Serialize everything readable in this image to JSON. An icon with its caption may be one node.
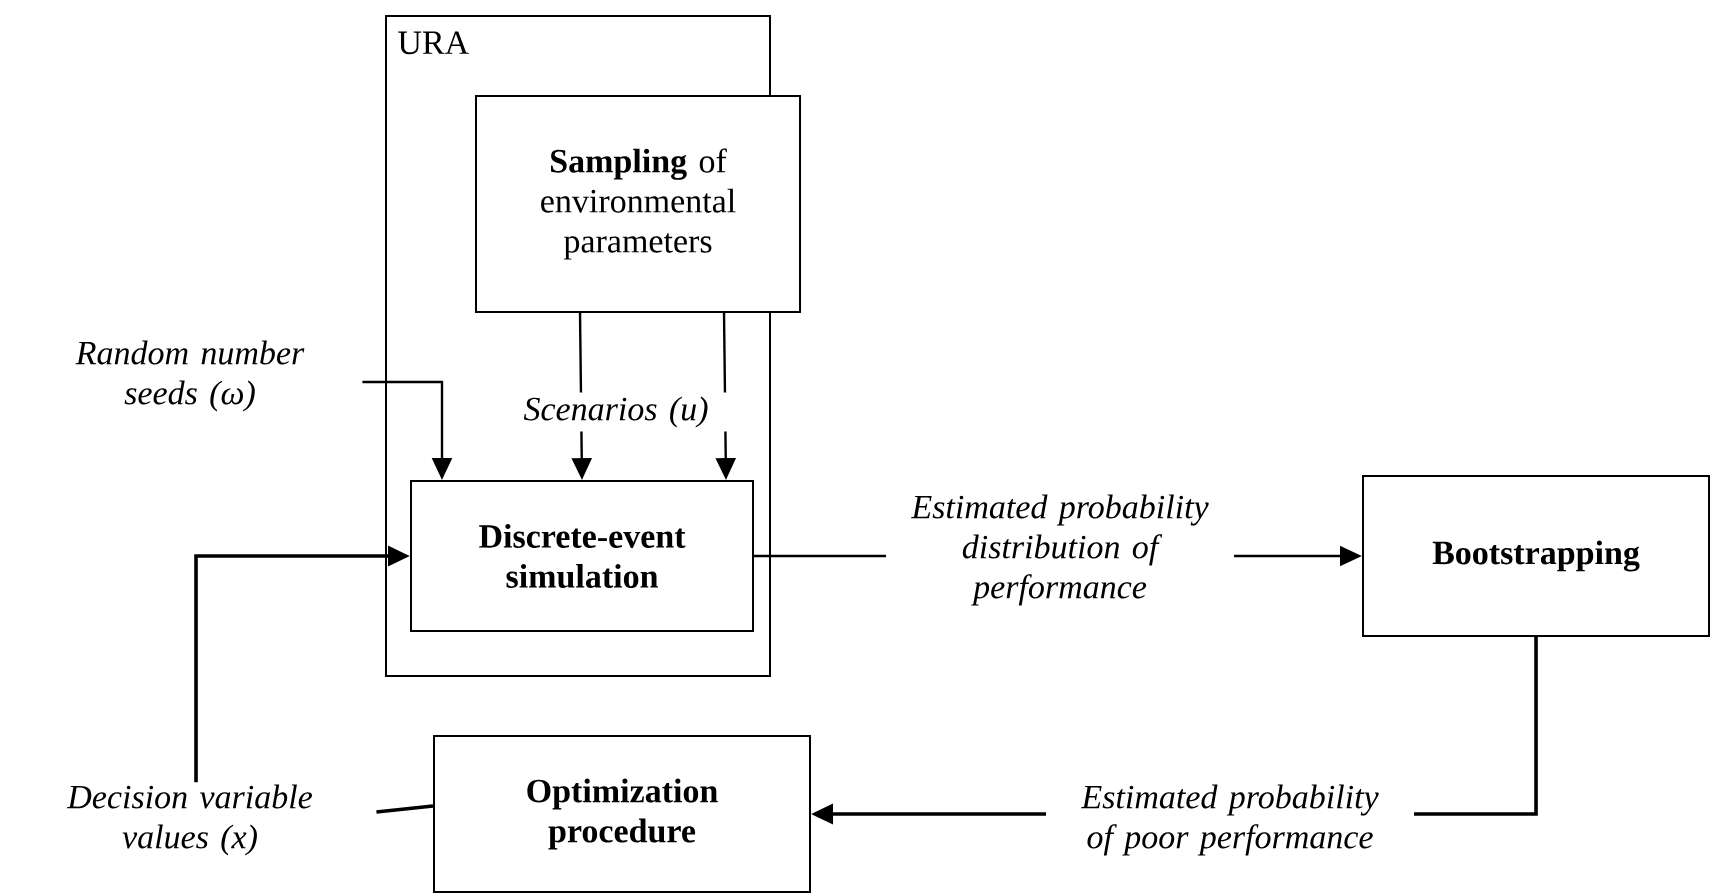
{
  "diagram": {
    "nodes": [
      {
        "text": [
          "URA"
        ]
      },
      {
        "text": [
          "**Sampling** of environmental parameters"
        ],
        "in": 0
      },
      {
        "text": [
          "Discrete-event simulation"
        ],
        "in": 0
      },
      {
        "text": [
          "Bootstrapping"
        ]
      },
      {
        "text": [
          "Optimization procedure"
        ]
      },
      {
        "text": [
          "Random number seeds (ω)"
        ]
      },
      {
        "text": [
          "Decision variable values (x)"
        ]
      }
    ],
    "edges": [
      {
        "from": 1,
        "to": 2,
        "arrow": "to",
        "label": "Scenarios (u)"
      },
      {
        "from": 1,
        "to": 2,
        "arrow": "to"
      },
      {
        "from": 5,
        "to": 2,
        "arrow": "to"
      },
      {
        "from": 2,
        "to": 3,
        "arrow": "to",
        "label": "Estimated probability distribution of performance"
      },
      {
        "from": 3,
        "to": 4,
        "arrow": "to",
        "label": "Estimated probability of poor performance"
      },
      {
        "from": 4,
        "to": 6,
        "arrow": "none"
      },
      {
        "from": 6,
        "to": 2,
        "arrow": "to"
      }
    ]
  }
}
